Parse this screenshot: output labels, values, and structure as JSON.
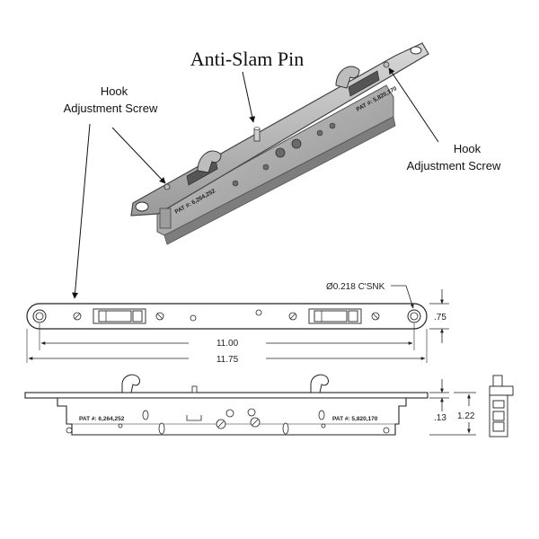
{
  "labels": {
    "anti_slam_pin": "Anti-Slam Pin",
    "hook_adj_left_1": "Hook",
    "hook_adj_left_2": "Adjustment Screw",
    "hook_adj_right_1": "Hook",
    "hook_adj_right_2": "Adjustment Screw"
  },
  "dimensions": {
    "csnk": "Ø0.218 C'SNK",
    "height_75": ".75",
    "len_11": "11.00",
    "len_1175": "11.75",
    "dim_13": ".13",
    "dim_122": "1.22"
  },
  "patents": {
    "left": "PAT #: 6,264,252",
    "right": "PAT #: 5,820,170",
    "iso_left": "PAT #: 6,264,252",
    "iso_right": "PAT #: 5,820,170"
  }
}
